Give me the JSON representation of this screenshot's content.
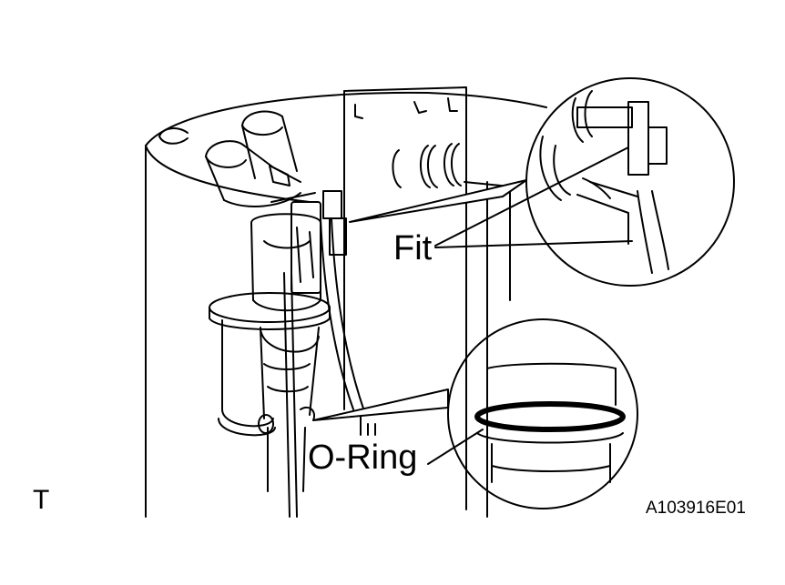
{
  "labels": {
    "fit": "Fit",
    "o_ring": "O-Ring",
    "corner_mark": "T",
    "figure_code": "A103916E01"
  },
  "colors": {
    "line": "#000000",
    "background": "#ffffff"
  }
}
